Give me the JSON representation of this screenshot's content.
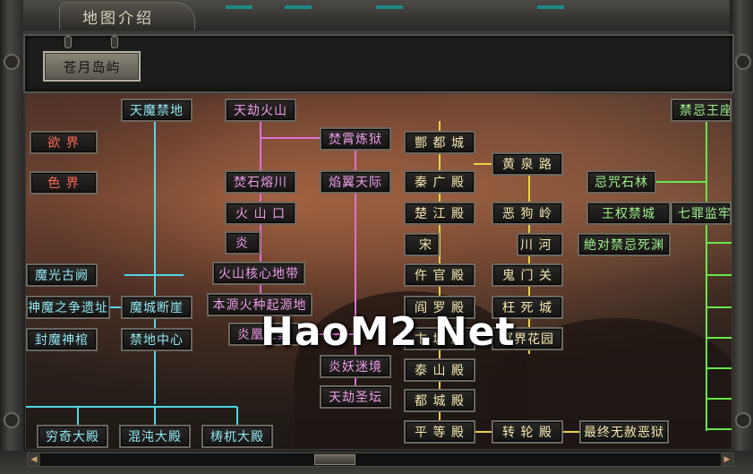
{
  "window": {
    "title": "地图介绍"
  },
  "region_tab": {
    "label": "苍月岛屿"
  },
  "watermark": "HaoM2.Net",
  "colors": {
    "cyan": "#4fd8e8",
    "pink": "#e070d8",
    "yellow": "#e8d24a",
    "green": "#66e84a",
    "red": "#ff6a55"
  },
  "nodes": {
    "yujie": "欲 界",
    "sejie": "色 界",
    "tianmo_jindi": "天魔禁地",
    "moguang_guque": "魔光古阙",
    "shenmo_zhizheng": "神魔之争遗址",
    "mocheng_duanya": "魔城断崖",
    "fengmo_shenguan": "封魔神棺",
    "jindi_zhongxin": "禁地中心",
    "qiongqi_dadian": "穷奇大殿",
    "hundun_dadian": "混沌大殿",
    "taowu_dadian": "梼杌大殿",
    "tianjie_huoshan": "天劫火山",
    "fenshi_rongchuan": "焚石熔川",
    "huoshankou": "火 山 口",
    "yan_partial": "炎",
    "huoshan_hexin": "火山核心地带",
    "benyuan_huozhong": "本源火种起源地",
    "yanhuang_zhichao": "炎凰之巢",
    "fenxiao_lianyu": "焚霄炼狱",
    "yanyi_tianji": "焰翼天际",
    "yanyao_mijing": "炎妖迷境",
    "tianjie_shengtan": "天劫圣坛",
    "fengdu_cheng": "酆 都 城",
    "qinguang_dian": "秦 广 殿",
    "chujiang_dian": "楚 江 殿",
    "song_partial": "宋",
    "wuguan_dian": "仵 官 殿",
    "yanluo_dian": "阎 罗 殿",
    "biancheng_dian": "卞 城 殿",
    "taishan_dian": "泰 山 殿",
    "dushi_dian": "都 城 殿",
    "pingdeng_dian": "平 等 殿",
    "huangquan_lu": "黄 泉 路",
    "egou_ling": "恶 狗 岭",
    "wangchuan_partial": "川 河",
    "guimen_guan": "鬼 门 关",
    "wangsi_cheng": "枉 死 城",
    "mingjie_huayuan": "冥界花园",
    "zhuanlun_dian": "转 轮 殿",
    "zuizhong_wushe": "最终无赦恶狱",
    "jinji_wangzuo": "禁忌王座",
    "zhouzhu_shilin": "忌咒石林",
    "wangquan_jincheng": "王权禁城",
    "qizui_jianlao": "七罪监牢",
    "jueduijinji_silan": "絶对禁忌死渊"
  }
}
